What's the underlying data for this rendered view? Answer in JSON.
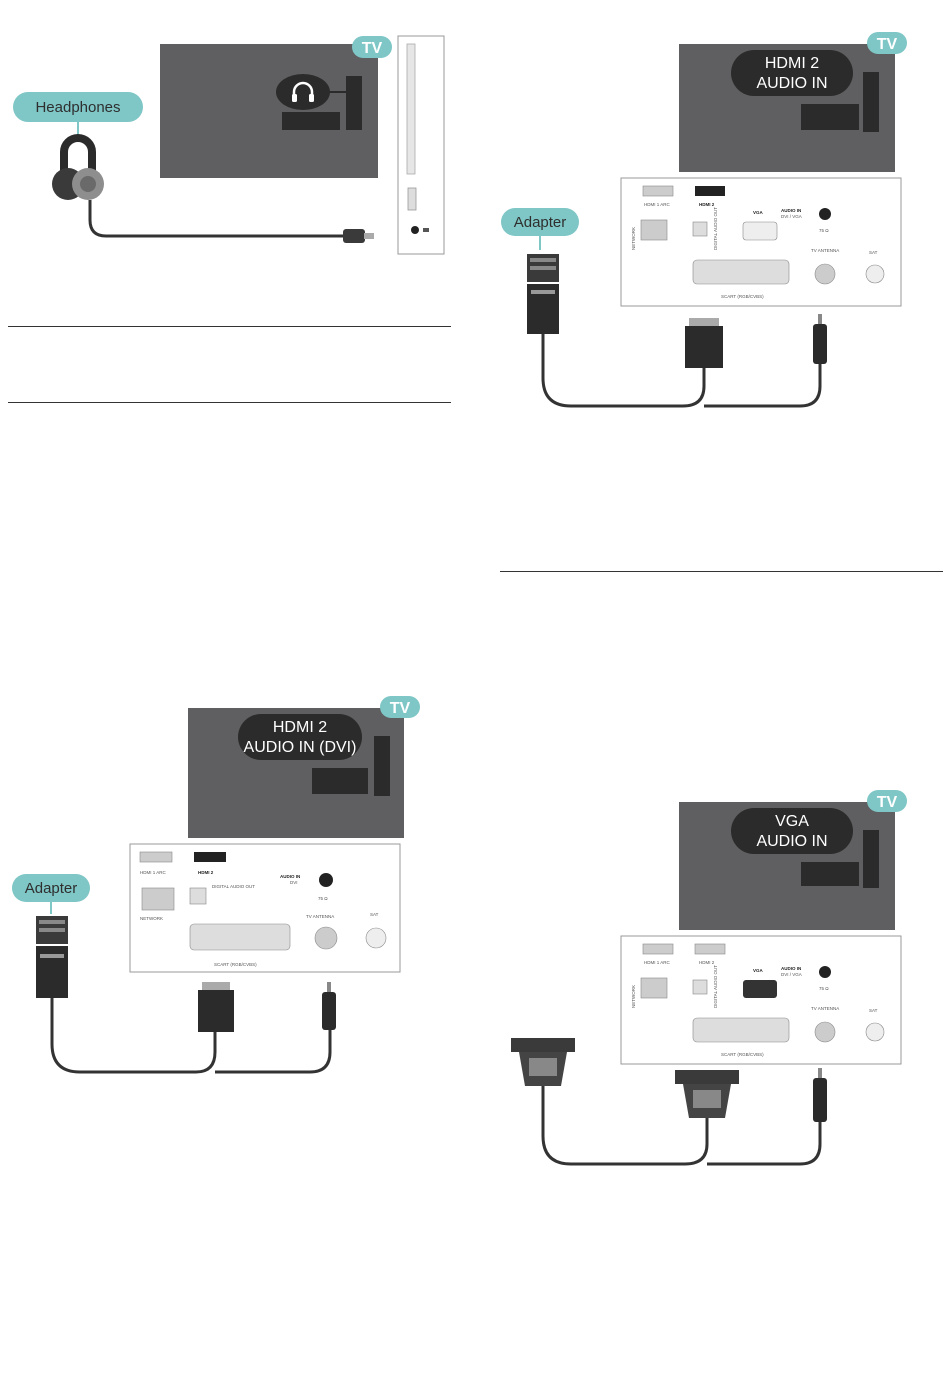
{
  "tv_badge": "TV",
  "fig_headphones": {
    "label": "Headphones"
  },
  "fig_hdmi_audio": {
    "bubble_line1": "HDMI 2",
    "bubble_line2": "AUDIO IN",
    "adapter_label": "Adapter",
    "panel": {
      "hdmi1": "HDMI 1 ARC",
      "hdmi2": "HDMI 2",
      "network": "NETWORK",
      "digital": "DIGITAL AUDIO OUT",
      "vga": "VGA",
      "audio_in": "AUDIO IN",
      "audio_in_sub": "DVI / VGA",
      "ohm": "75 Ω",
      "tv_antenna": "TV ANTENNA",
      "sat": "SAT",
      "scart": "SCART (RGB/CVBS)"
    }
  },
  "fig_hdmi_dvi": {
    "bubble_line1": "HDMI 2",
    "bubble_line2": "AUDIO IN (DVI)",
    "adapter_label": "Adapter",
    "panel": {
      "hdmi1": "HDMI 1 ARC",
      "hdmi2": "HDMI 2",
      "network": "NETWORK",
      "digital": "DIGITAL AUDIO OUT",
      "audio_in": "AUDIO IN",
      "audio_in_sub": "DVI",
      "ohm": "75 Ω",
      "tv_antenna": "TV ANTENNA",
      "sat": "SAT",
      "scart": "SCART (RGB/CVBS)"
    }
  },
  "fig_vga_audio": {
    "bubble_line1": "VGA",
    "bubble_line2": "AUDIO IN",
    "panel": {
      "hdmi1": "HDMI 1 ARC",
      "hdmi2": "HDMI 2",
      "network": "NETWORK",
      "digital": "DIGITAL AUDIO OUT",
      "vga": "VGA",
      "audio_in": "AUDIO IN",
      "audio_in_sub": "DVI / VGA",
      "ohm": "75 Ω",
      "tv_antenna": "TV ANTENNA",
      "sat": "SAT",
      "scart": "SCART (RGB/CVBS)"
    }
  },
  "colors": {
    "tv_body": "#5f5e60",
    "teal": "#7fc6c6",
    "bubble": "#2b2b2b",
    "cable": "#333333"
  }
}
